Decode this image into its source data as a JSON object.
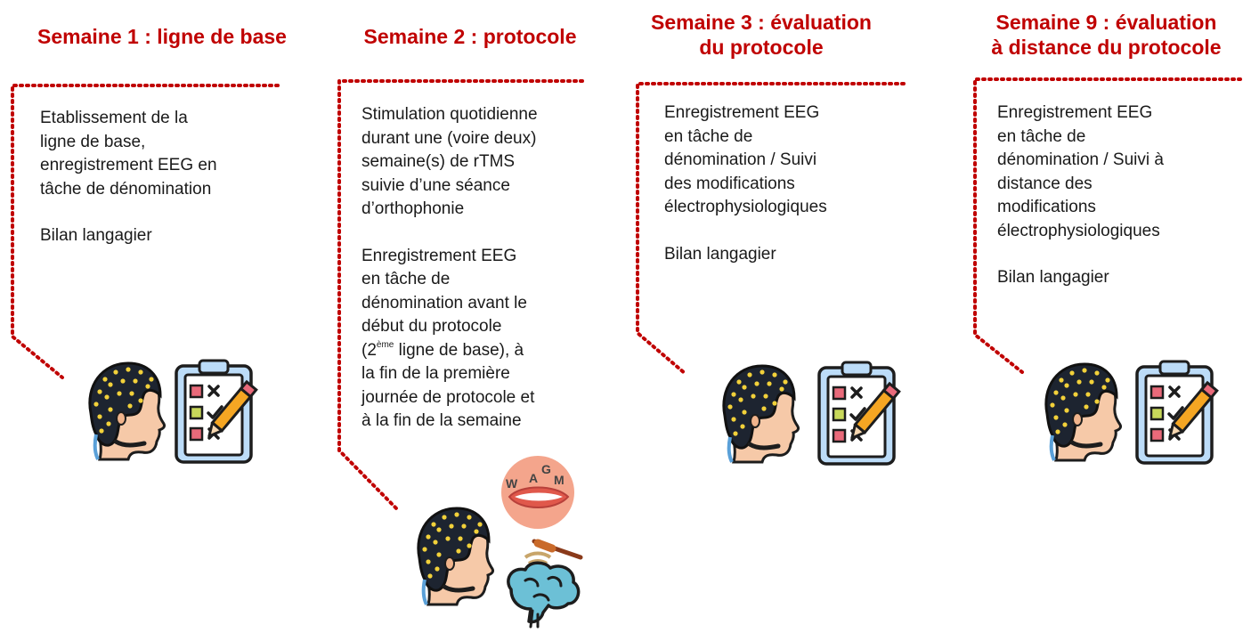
{
  "colors": {
    "title": "#c00000",
    "dotted_line": "#c00000",
    "text": "#1a1a1a"
  },
  "columns": [
    {
      "title_lines": [
        "Semaine 1 : ligne de base"
      ],
      "paragraphs": [
        [
          "Etablissement de la",
          "ligne de base,",
          "enregistrement EEG en",
          "tâche de dénomination"
        ],
        [
          "Bilan langagier"
        ]
      ],
      "icons": [
        "eeg-cap-head-icon",
        "checklist-clipboard-icon"
      ]
    },
    {
      "title_lines": [
        "Semaine 2 : protocole"
      ],
      "paragraphs": [
        [
          "Stimulation quotidienne",
          "durant une (voire deux)",
          "semaine(s) de rTMS",
          "suivie d’une séance",
          "d’orthophonie"
        ],
        [
          "Enregistrement EEG",
          "en tâche de",
          "dénomination avant le",
          "début du protocole"
        ]
      ],
      "sup_line": {
        "before": "(2",
        "sup": "ème",
        "after": " ligne de base), à"
      },
      "tail_lines": [
        "la fin de la première",
        "journée de protocole et",
        "à la fin de la semaine"
      ],
      "speech_letters": [
        "A",
        "G",
        "W",
        "M"
      ],
      "icons": [
        "eeg-cap-head-icon",
        "speech-mouth-icon",
        "brain-tms-coil-icon"
      ]
    },
    {
      "title_lines": [
        "Semaine 3 : évaluation",
        "du protocole"
      ],
      "paragraphs": [
        [
          "Enregistrement EEG",
          "en tâche de",
          "dénomination / Suivi",
          "des modifications",
          "électrophysiologiques"
        ],
        [
          "Bilan langagier"
        ]
      ],
      "icons": [
        "eeg-cap-head-icon",
        "checklist-clipboard-icon"
      ]
    },
    {
      "title_lines": [
        "Semaine 9 : évaluation",
        "à distance du protocole"
      ],
      "paragraphs": [
        [
          "Enregistrement EEG",
          "en tâche de",
          "dénomination / Suivi à",
          "distance des",
          "modifications",
          "électrophysiologiques"
        ],
        [
          "Bilan langagier"
        ]
      ],
      "icons": [
        "eeg-cap-head-icon",
        "checklist-clipboard-icon"
      ]
    }
  ]
}
